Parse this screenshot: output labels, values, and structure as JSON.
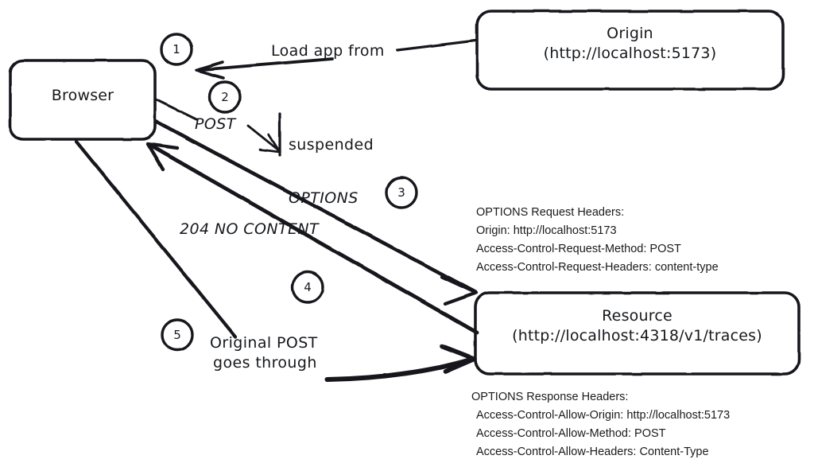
{
  "diagram": {
    "title": "CORS preflight flow",
    "stroke_color": "#16181c",
    "background": "#ffffff"
  },
  "nodes": [
    {
      "id": "browser",
      "name": "browser-node",
      "lines": [
        "Browser"
      ],
      "font_size": 19
    },
    {
      "id": "origin",
      "name": "origin-node",
      "lines": [
        "Origin",
        "(http://localhost:5173)"
      ],
      "font_size": 19
    },
    {
      "id": "resource",
      "name": "resource-node",
      "lines": [
        "Resource",
        "(http://localhost:4318/v1/traces)"
      ],
      "font_size": 19
    }
  ],
  "steps": [
    {
      "number": "1"
    },
    {
      "number": "2"
    },
    {
      "number": "3"
    },
    {
      "number": "4"
    },
    {
      "number": "5"
    }
  ],
  "edge_labels": [
    {
      "id": "load-app-from",
      "text": "Load app from"
    },
    {
      "id": "post",
      "text": "POST"
    },
    {
      "id": "suspended",
      "text": "suspended"
    },
    {
      "id": "options",
      "text": "OPTIONS"
    },
    {
      "id": "no-content",
      "text": "204 NO CONTENT"
    },
    {
      "id": "original-post-1",
      "text": "Original POST"
    },
    {
      "id": "original-post-2",
      "text": "goes through"
    }
  ],
  "header_blocks": [
    {
      "id": "options-request-headers",
      "title": "OPTIONS Request Headers:",
      "lines": [
        "Origin: http://localhost:5173",
        "Access-Control-Request-Method: POST",
        "Access-Control-Request-Headers: content-type"
      ]
    },
    {
      "id": "options-response-headers",
      "title": "OPTIONS Response Headers:",
      "lines": [
        "Access-Control-Allow-Origin: http://localhost:5173",
        "Access-Control-Allow-Method: POST",
        "Access-Control-Allow-Headers: Content-Type"
      ]
    }
  ]
}
